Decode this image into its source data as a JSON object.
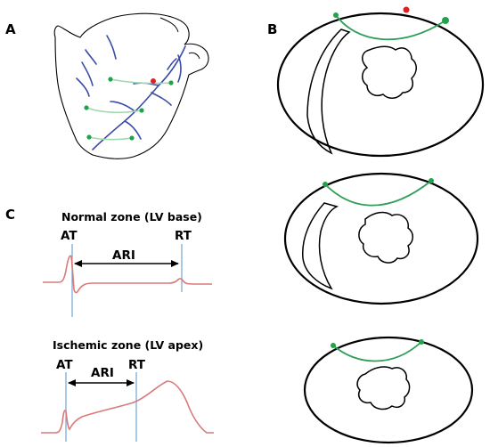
{
  "panels": {
    "a": {
      "label": "A"
    },
    "b": {
      "label": "B"
    },
    "c": {
      "label": "C"
    }
  },
  "traces": {
    "normal": {
      "title": "Normal zone (LV base)",
      "at": "AT",
      "ari": "ARI",
      "rt": "RT"
    },
    "ischemic": {
      "title": "Ischemic zone (LV apex)",
      "at": "AT",
      "ari": "ARI",
      "rt": "RT"
    }
  },
  "colors": {
    "outline": "#000000",
    "vessel": "#3a4ba8",
    "electrode_green": "#21a34a",
    "electrode_red": "#e02020",
    "thread_green": "#2f9e58",
    "thread_light": "#9fd9b0",
    "trace": "#d87a7a",
    "marker_line": "#6fa6d1",
    "arrow": "#000000"
  }
}
